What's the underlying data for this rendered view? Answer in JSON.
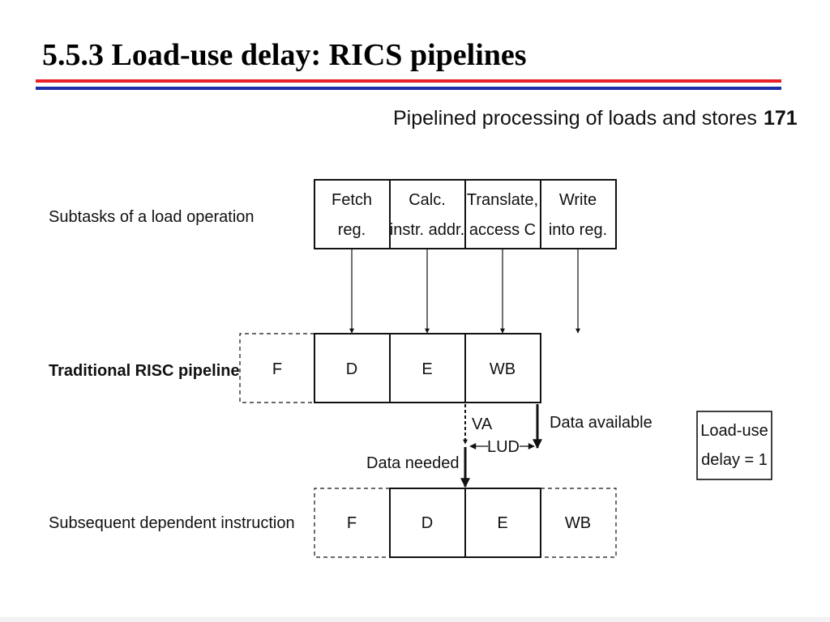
{
  "title": "5.5.3 Load-use delay: RICS pipelines",
  "colors": {
    "rule_top": "#e8202a",
    "rule_bottom": "#1f2fa8"
  },
  "figure": {
    "caption": "Pipelined processing of loads and stores",
    "page_number": "171",
    "subtasks_label": "Subtasks of a load operation",
    "subtasks": [
      {
        "line1": "Fetch",
        "line2": "reg."
      },
      {
        "line1": "Calc.",
        "line2": "instr. addr."
      },
      {
        "line1": "Translate,",
        "line2": "access C"
      },
      {
        "line1": "Write",
        "line2": "into reg."
      }
    ],
    "traditional_label": "Traditional RISC pipeline",
    "traditional_stages": [
      "F",
      "D",
      "E",
      "WB"
    ],
    "va_label": "VA",
    "lud_label": "LUD",
    "data_available_label": "Data available",
    "data_needed_label": "Data needed",
    "load_use_delay_line1": "Load-use",
    "load_use_delay_line2": "delay = 1",
    "subsequent_label": "Subsequent dependent instruction",
    "subsequent_stages": [
      "F",
      "D",
      "E",
      "WB"
    ]
  }
}
